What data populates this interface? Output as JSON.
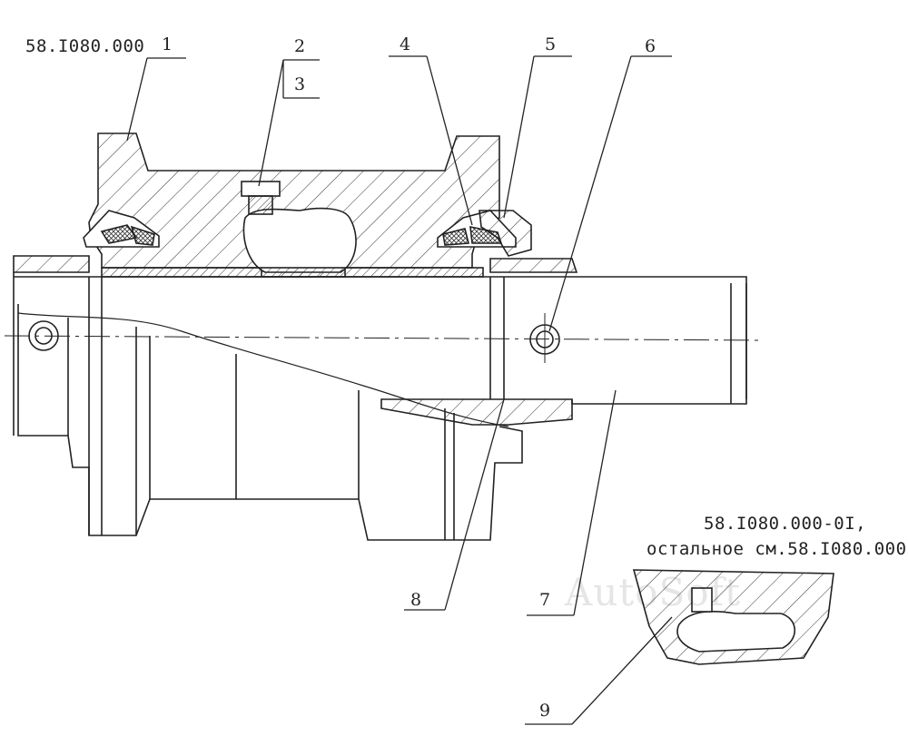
{
  "drawing": {
    "code_main": "58.I080.000",
    "code_variant": "58.I080.000-0I,",
    "code_variant_note": "остальное см.58.I080.000",
    "watermark": "AutoSoft",
    "callouts": [
      "1",
      "2",
      "3",
      "4",
      "5",
      "6",
      "7",
      "8",
      "9"
    ]
  }
}
